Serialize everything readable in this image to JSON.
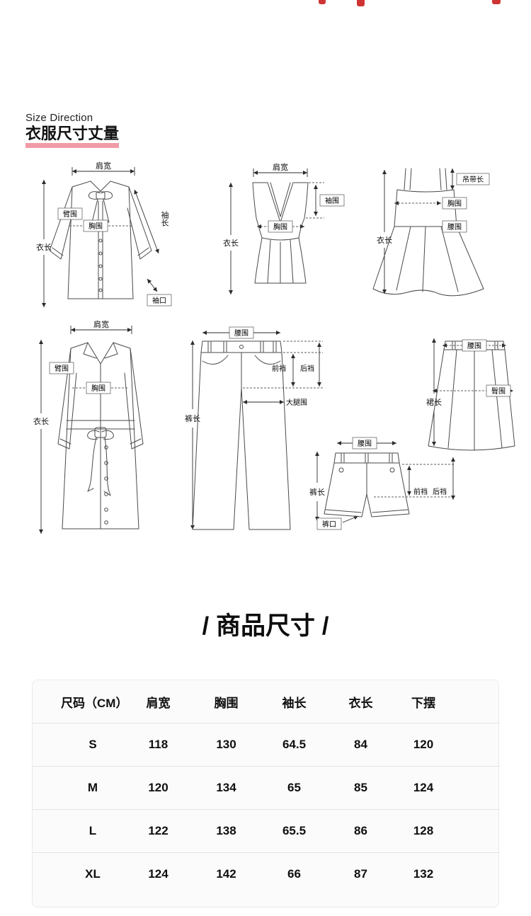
{
  "header": {
    "size_direction": "Size Direction",
    "title": "衣服尺寸丈量",
    "accent_color": "#f09ba6"
  },
  "section_title": "/ 商品尺寸 /",
  "diagrams": {
    "blouse": {
      "shoulder": "肩宽",
      "arm": "臂围",
      "bust": "胸围",
      "length": "衣长",
      "sleeve": "袖长",
      "cuff": "袖口"
    },
    "vest": {
      "shoulder": "肩宽",
      "armhole": "袖围",
      "bust": "胸围",
      "length": "衣长"
    },
    "sling_dress": {
      "strap": "吊带长",
      "bust": "胸围",
      "waist": "腰围",
      "length": "衣长"
    },
    "coat": {
      "shoulder": "肩宽",
      "arm": "臂围",
      "bust": "胸围",
      "length": "衣长"
    },
    "pants": {
      "waist": "腰围",
      "front_rise": "前裆",
      "back_rise": "后裆",
      "thigh": "大腿围",
      "length": "裤长"
    },
    "skirt": {
      "waist": "腰围",
      "hip": "臀围",
      "length": "裙长"
    },
    "shorts": {
      "waist": "腰围",
      "length": "裤长",
      "front_rise": "前裆",
      "back_rise": "后裆",
      "leg_opening": "裤口"
    }
  },
  "size_table": {
    "headers": [
      "尺码（CM）",
      "肩宽",
      "胸围",
      "袖长",
      "衣长",
      "下摆"
    ],
    "rows": [
      [
        "S",
        "118",
        "130",
        "64.5",
        "84",
        "120"
      ],
      [
        "M",
        "120",
        "134",
        "65",
        "85",
        "124"
      ],
      [
        "L",
        "122",
        "138",
        "65.5",
        "86",
        "128"
      ],
      [
        "XL",
        "124",
        "142",
        "66",
        "87",
        "132"
      ]
    ]
  }
}
